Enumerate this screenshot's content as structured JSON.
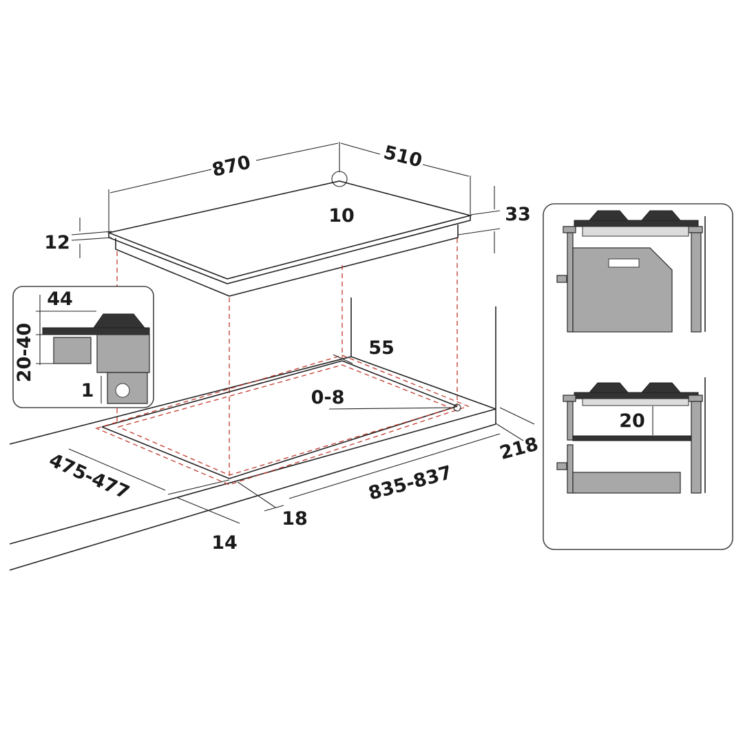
{
  "dimensions": {
    "hob_width": "870",
    "hob_depth": "510",
    "corner_radius": "10",
    "side_height": "33",
    "top_thickness": "12",
    "back_clearance": "55",
    "radius_cutout": "0-8",
    "side_clearance": "218",
    "cutout_depth": "475-477",
    "cutout_width": "835-837",
    "front_offset": "18",
    "front_edge": "14"
  },
  "inset_worktop": {
    "top_label": "44",
    "side_label": "20-40",
    "bottom_label": "1"
  },
  "inset_installation": {
    "gap_label": "20"
  },
  "colors": {
    "line": "#222222",
    "guide": "#c0392b",
    "fill_grey": "#a8a8a8"
  }
}
